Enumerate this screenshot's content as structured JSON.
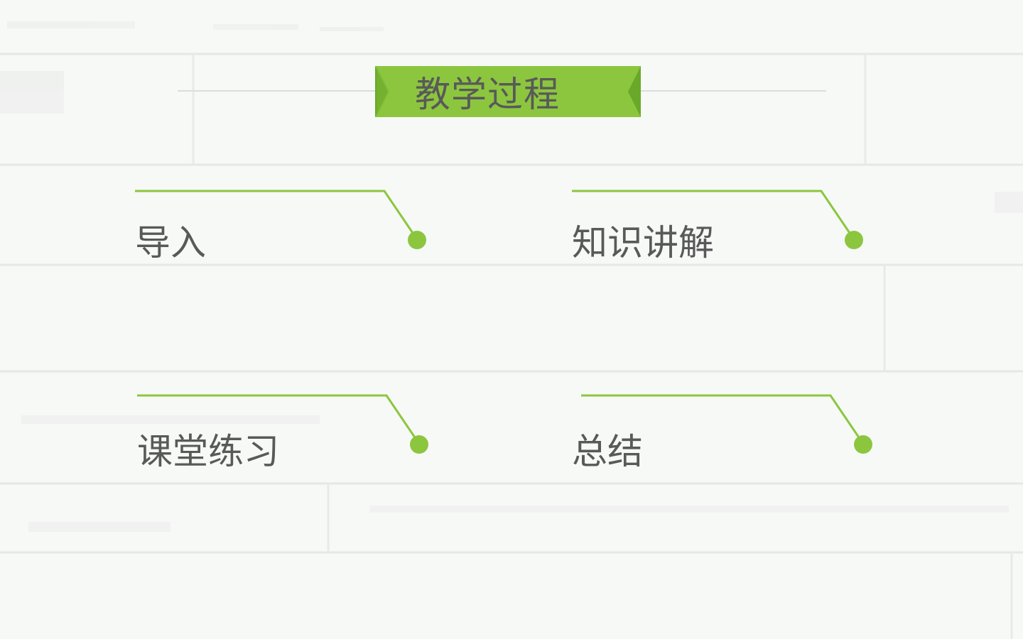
{
  "title": "教学过程",
  "accent_color": "#8cc63f",
  "items": [
    {
      "label": "导入"
    },
    {
      "label": "知识讲解"
    },
    {
      "label": "课堂练习"
    },
    {
      "label": "总结"
    }
  ]
}
